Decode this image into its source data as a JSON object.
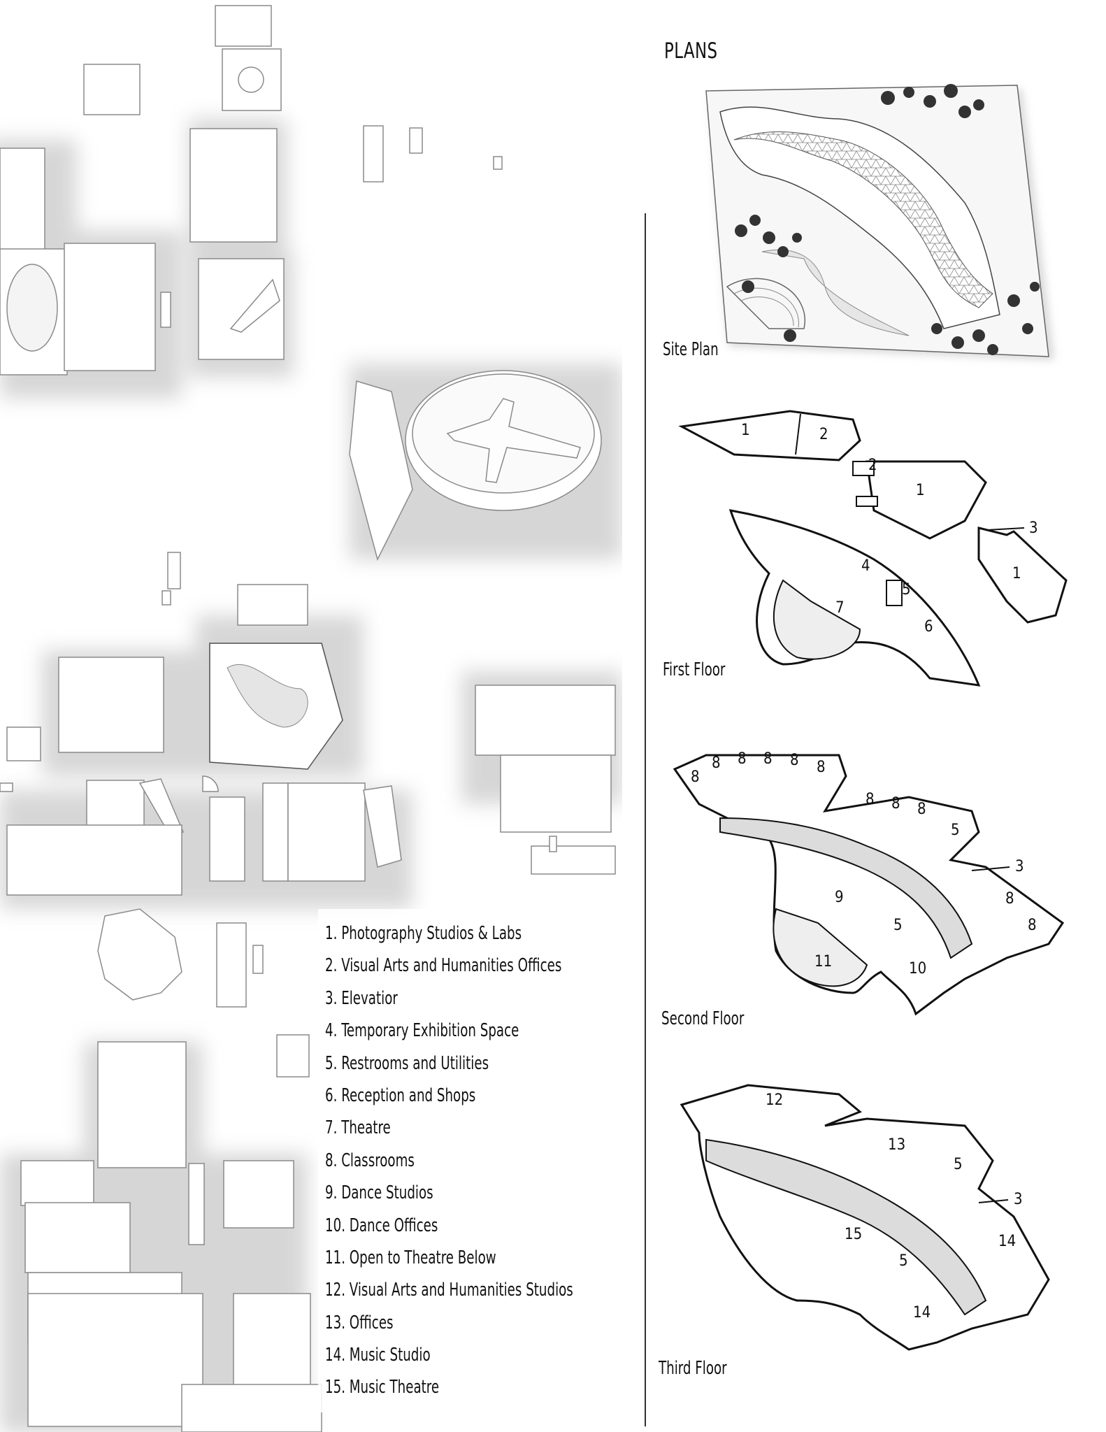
{
  "title": "PLANS",
  "plans": [
    {
      "label": "Site Plan"
    },
    {
      "label": "First Floor"
    },
    {
      "label": "Second Floor"
    },
    {
      "label": "Third Floor"
    }
  ],
  "legend": [
    "1. Photography Studios & Labs",
    "2. Visual Arts and Humanities Offices",
    "3. Elevatior",
    "4. Temporary Exhibition Space",
    "5. Restrooms and Utilities",
    "6. Reception and Shops",
    "7. Theatre",
    "8. Classrooms",
    "9. Dance Studios",
    "10. Dance Offices",
    "11. Open to Theatre Below",
    "12. Visual Arts and Humanities Studios",
    "13. Offices",
    "14. Music Studio",
    "15. Music Theatre"
  ],
  "plan_numbers": {
    "first_floor": [
      "1",
      "2",
      "2",
      "1",
      "3",
      "1",
      "4",
      "5",
      "6",
      "7"
    ],
    "second_floor": [
      "8",
      "8",
      "8",
      "8",
      "8",
      "8",
      "8",
      "8",
      "8",
      "5",
      "3",
      "8",
      "8",
      "9",
      "5",
      "10",
      "11"
    ],
    "third_floor": [
      "12",
      "13",
      "5",
      "3",
      "14",
      "15",
      "5",
      "14"
    ]
  }
}
